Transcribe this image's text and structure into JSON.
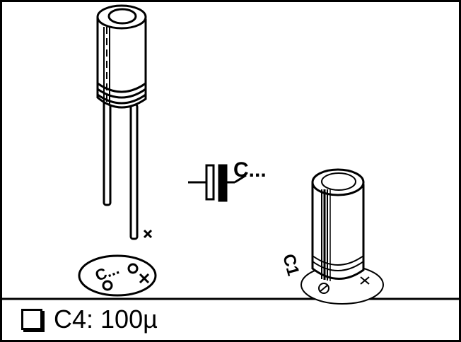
{
  "symbol_label": "C...",
  "pcb_label": "C...",
  "component_label": "C1",
  "caption": {
    "checkbox_icon": "square-outline-icon",
    "text": "C4: 100µ"
  },
  "icons": {
    "pin_polarity": "x-mark-icon",
    "pad_polarity": "x-mark-icon"
  },
  "colors": {
    "ink": "#000000",
    "paper": "#ffffff"
  }
}
